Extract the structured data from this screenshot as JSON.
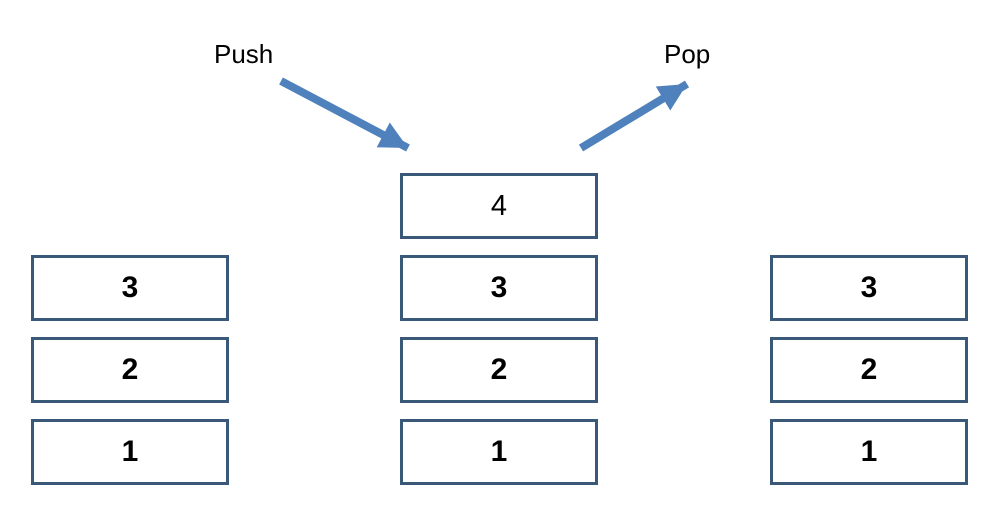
{
  "labels": {
    "push": "Push",
    "pop": "Pop"
  },
  "stacks": {
    "left": {
      "items": [
        "3",
        "2",
        "1"
      ]
    },
    "middle": {
      "items": [
        "4",
        "3",
        "2",
        "1"
      ]
    },
    "right": {
      "items": [
        "3",
        "2",
        "1"
      ]
    }
  },
  "colors": {
    "box_border": "#3A5877",
    "arrow": "#4F81BD",
    "text": "#000000",
    "background": "#FFFFFF"
  }
}
